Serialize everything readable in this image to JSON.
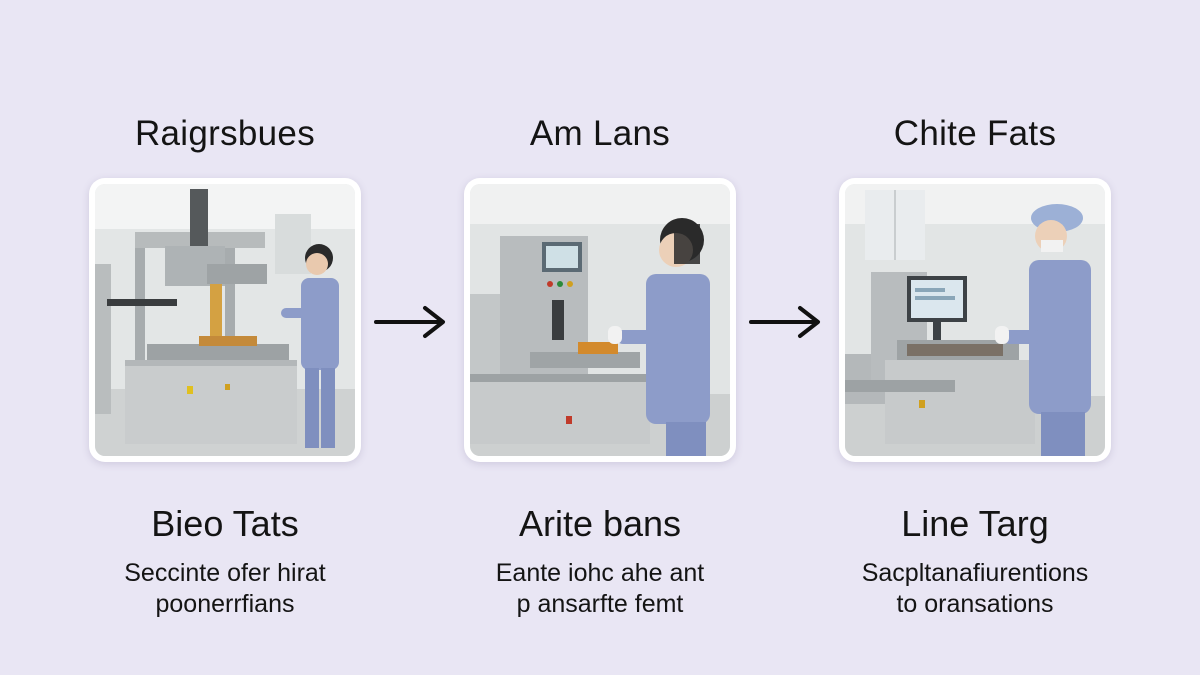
{
  "steps": [
    {
      "heading": "Raigrsbues",
      "title": "Bieo Tats",
      "description_lines": [
        "Seccinte ofer hirat",
        "poonerrfians"
      ],
      "icon": "lab-machine-photo-1"
    },
    {
      "heading": "Am Lans",
      "title": "Arite bans",
      "description_lines": [
        "Eante iohc ahe ant",
        "p ansarfte femt"
      ],
      "icon": "lab-machine-photo-2"
    },
    {
      "heading": "Chite Fats",
      "title": "Line Targ",
      "description_lines": [
        "Sacpltanafiurentions",
        "to oransations"
      ],
      "icon": "lab-machine-photo-3"
    }
  ],
  "connector_icon": "right-arrow-icon",
  "colors": {
    "background": "#e9e6f4",
    "text": "#141414",
    "uniform": "#8d9cc9",
    "machine": "#c9cccd"
  }
}
